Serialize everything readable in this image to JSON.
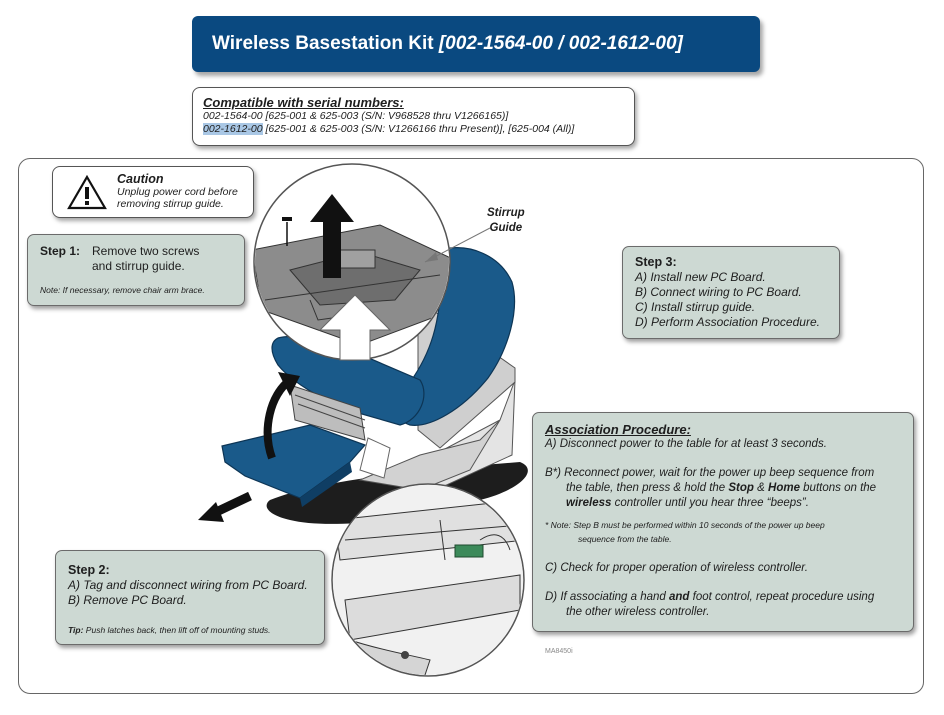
{
  "title": {
    "main": "Wireless Basestation Kit ",
    "part_numbers": "[002-1564-00 / 002-1612-00]"
  },
  "compat": {
    "heading": "Compatible with serial numbers:",
    "line1": "002-1564-00 [625-001 & 625-003 (S/N: V968528 thru V1266165)]",
    "line2_highlight": "002-1612-00",
    "line2_rest": " [625-001 & 625-003 (S/N: V1266166 thru Present)], [625-004 (All)]"
  },
  "caution": {
    "heading": "Caution",
    "line1": "Unplug power cord before",
    "line2": "removing stirrup guide."
  },
  "step1": {
    "label": "Step 1:",
    "line1": "Remove two screws",
    "line2": "and stirrup guide.",
    "note": "Note:  If necessary, remove chair arm brace."
  },
  "stirrup_label": {
    "line1": "Stirrup",
    "line2": "Guide"
  },
  "step2": {
    "label": "Step 2:",
    "a": "A)   Tag and disconnect wiring from PC Board.",
    "b": "B)   Remove PC Board.",
    "tip_label": "Tip:",
    "tip": " Push latches back, then lift off of mounting studs."
  },
  "step3": {
    "label": "Step 3:",
    "a": "A)   Install new PC Board.",
    "b": "B)   Connect wiring to PC Board.",
    "c": "C)   Install stirrup guide.",
    "d": "D)   Perform Association Procedure."
  },
  "assoc": {
    "heading": "Association Procedure:",
    "a": "A)   Disconnect power to the table for at least 3 seconds.",
    "b1": "B*)  Reconnect power, wait for the power up beep sequence from",
    "b2a": "the table, then press & hold the ",
    "stop": "Stop",
    "amp": " & ",
    "home": "Home",
    "b2b": " buttons on the",
    "wireless": "wireless",
    "b3": " controller until you hear three “beeps”.",
    "note1": "* Note:  Step B must be performed within 10 seconds of the power up beep",
    "note2": "sequence from the table.",
    "c": "C)   Check for proper operation of wireless controller.",
    "d1a": "D)   If associating a hand ",
    "and": "and",
    "d1b": " foot control, repeat procedure using",
    "d2": "the other wireless controller."
  },
  "figure_code": "MA8450i",
  "colors": {
    "banner": "#0a4980",
    "step_box": "#cdd9d3",
    "seat_blue": "#1a5a8a",
    "highlight": "#a9c7e5"
  }
}
